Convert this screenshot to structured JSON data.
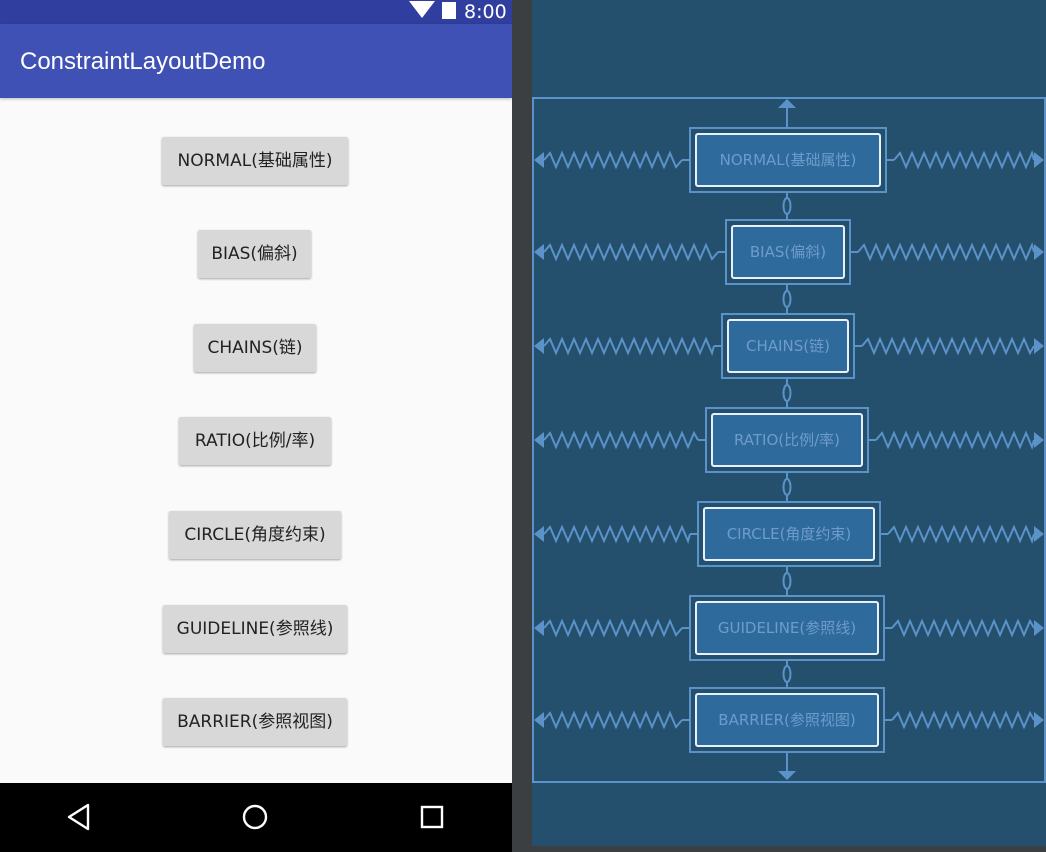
{
  "status_bar": {
    "time": "8:00",
    "icons": [
      "wifi-icon",
      "battery-icon"
    ]
  },
  "app_bar": {
    "title": "ConstraintLayoutDemo"
  },
  "buttons": [
    {
      "id": "normal",
      "label": "NORMAL(基础属性)"
    },
    {
      "id": "bias",
      "label": "BIAS(偏斜)"
    },
    {
      "id": "chains",
      "label": "CHAINS(链)"
    },
    {
      "id": "ratio",
      "label": "RATIO(比例/率)"
    },
    {
      "id": "circle",
      "label": "CIRCLE(角度约束)"
    },
    {
      "id": "guideline",
      "label": "GUIDELINE(参照线)"
    },
    {
      "id": "barrier",
      "label": "BARRIER(参照视图)"
    }
  ],
  "nav_bar": {
    "icons": [
      "back-icon",
      "home-icon",
      "recents-icon"
    ]
  },
  "colors": {
    "status_bar": "#303f9f",
    "app_bar": "#3f51b5",
    "blueprint_bg": "#24506e",
    "blueprint_line": "#5b93c9",
    "blueprint_text": "#6d9ccc"
  }
}
